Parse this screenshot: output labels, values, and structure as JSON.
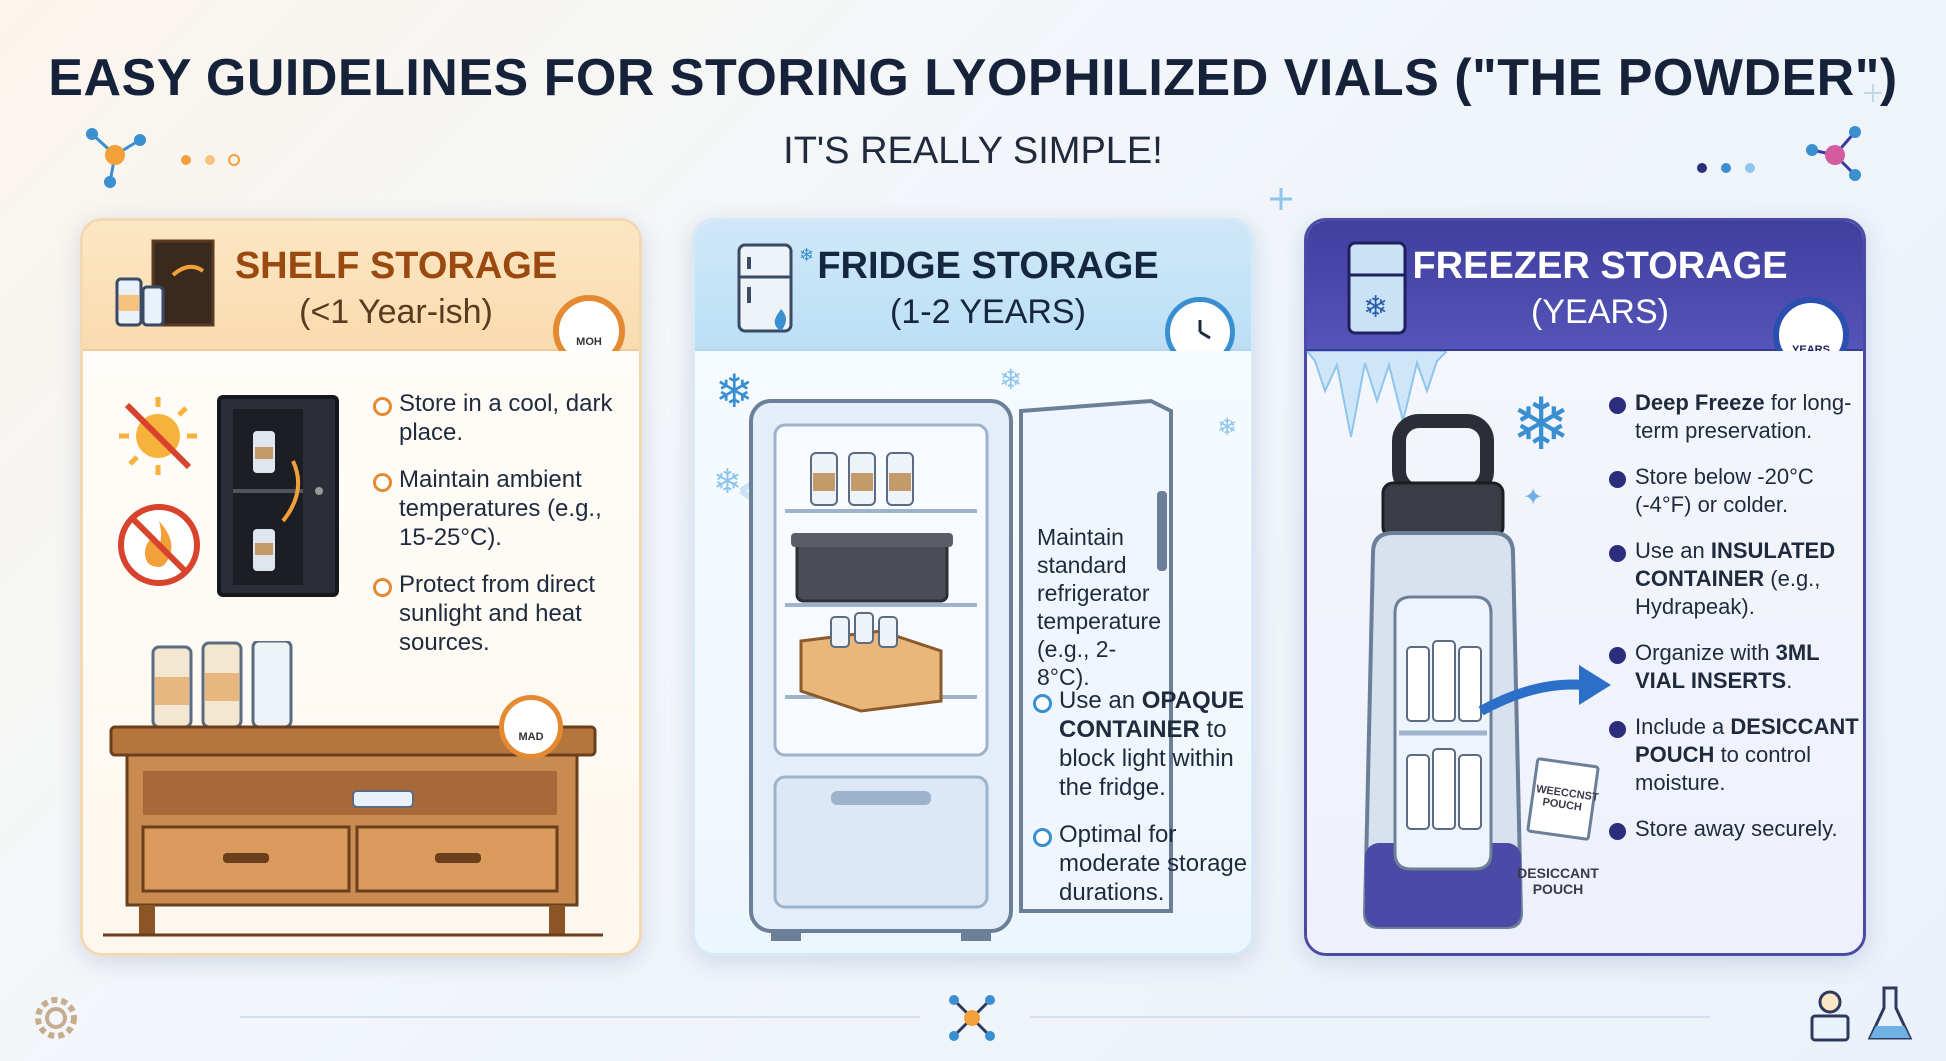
{
  "header": {
    "title": "EASY GUIDELINES FOR STORING LYOPHILIZED VIALS (\"THE POWDER\")",
    "subtitle": "IT'S REALLY SIMPLE!"
  },
  "colors": {
    "shelf_accent": "#9a4a10",
    "fridge_accent": "#3a8fd0",
    "freezer_accent": "#3f3f9e"
  },
  "shelf": {
    "title": "SHELF STORAGE",
    "subtitle": "(<1 Year-ish)",
    "clock_label": "MOH",
    "small_clock_label": "MAD",
    "bullets": [
      "Store in a cool, dark place.",
      "Maintain ambient temperatures (e.g., 15-25°C).",
      "Protect from direct sunlight and heat sources."
    ]
  },
  "fridge": {
    "title": "FRIDGE STORAGE",
    "subtitle": "(1-2 YEARS)",
    "door_note": "Maintain standard refrigerator temperature (e.g., 2-8°C).",
    "bullet1_pre": "Use an ",
    "bullet1_bold": "OPAQUE CONTAINER",
    "bullet1_post": " to block light within the fridge.",
    "bullet2": "Optimal for moderate storage durations."
  },
  "freezer": {
    "title": "FREEZER STORAGE",
    "subtitle": "(YEARS)",
    "clock_label": "YEARS",
    "b1_bold": "Deep Freeze",
    "b1_post": " for long-term preservation.",
    "b2": "Store below -20°C (-4°F) or colder.",
    "b3_pre": "Use an ",
    "b3_bold": "INSULATED CONTAINER",
    "b3_post": " (e.g., Hydrapeak).",
    "b4_pre": "Organize with ",
    "b4_bold": "3ML VIAL INSERTS",
    "b4_post": ".",
    "b5_pre": "Include a ",
    "b5_bold": "DESICCANT POUCH",
    "b5_post": " to control moisture.",
    "b6": "Store away securely.",
    "pouch_text": "WEECCNST POUCH",
    "pouch_label": "DESICCANT POUCH"
  }
}
